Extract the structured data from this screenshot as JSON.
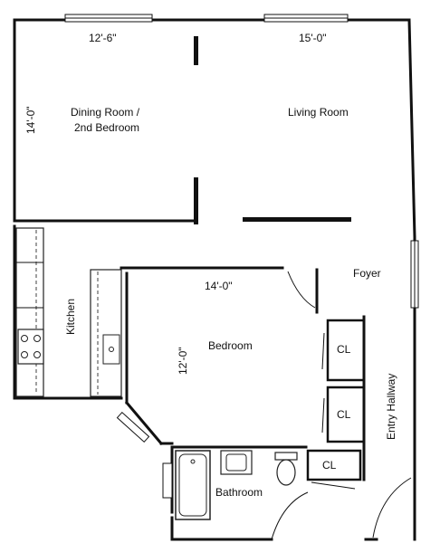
{
  "rooms": {
    "dining": {
      "name_line1": "Dining Room /",
      "name_line2": "2nd Bedroom",
      "width_dim": "12'-6\"",
      "depth_dim": "14'-0\""
    },
    "living": {
      "name": "Living Room",
      "width_dim": "15'-0\""
    },
    "bedroom": {
      "name": "Bedroom",
      "width_dim": "14'-0\"",
      "depth_dim": "12'-0\""
    },
    "kitchen": {
      "name": "Kitchen"
    },
    "foyer": {
      "name": "Foyer"
    },
    "entry": {
      "name": "Entry Hallway"
    },
    "bathroom": {
      "name": "Bathroom"
    },
    "closets": [
      "CL",
      "CL",
      "CL"
    ]
  },
  "colors": {
    "line": "#111111",
    "paper": "#ffffff"
  }
}
